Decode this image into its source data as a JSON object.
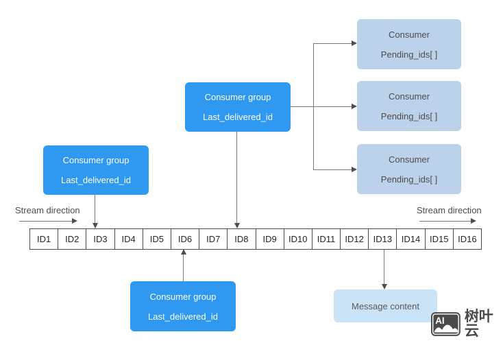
{
  "colors": {
    "group_box": "#2F98F0",
    "consumer_box": "#BCD1EA",
    "message_box": "#CBE3F7",
    "connector_line": "#7a7a7a",
    "arrowhead": "#4d4d4d"
  },
  "stream": {
    "direction_label_left": "Stream direction",
    "direction_label_right": "Stream direction",
    "cells": [
      "ID1",
      "ID2",
      "ID3",
      "ID4",
      "ID5",
      "ID6",
      "ID7",
      "ID8",
      "ID9",
      "ID10",
      "ID11",
      "ID12",
      "ID13",
      "ID14",
      "ID15",
      "ID16"
    ]
  },
  "consumer_groups": [
    {
      "title": "Consumer group",
      "subtitle": "Last_delivered_id"
    },
    {
      "title": "Consumer group",
      "subtitle": "Last_delivered_id"
    },
    {
      "title": "Consumer group",
      "subtitle": "Last_delivered_id"
    }
  ],
  "consumers": [
    {
      "title": "Consumer",
      "subtitle": "Pending_ids[ ]"
    },
    {
      "title": "Consumer",
      "subtitle": "Pending_ids[ ]"
    },
    {
      "title": "Consumer",
      "subtitle": "Pending_ids[ ]"
    }
  ],
  "message_box": {
    "label": "Message content"
  },
  "watermark": {
    "icon_text": "AI",
    "brand": "树叶云"
  }
}
